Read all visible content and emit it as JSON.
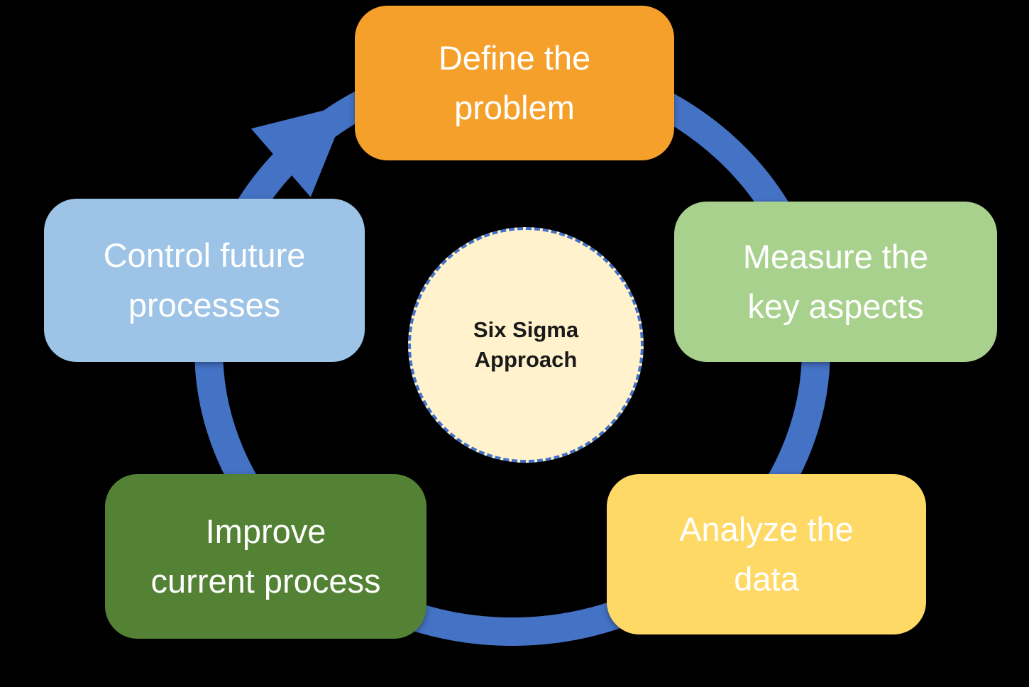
{
  "diagram": {
    "background": "#000000",
    "ring": {
      "color": "#4472C4",
      "direction": "clockwise"
    },
    "center": {
      "lines": [
        "Six Sigma",
        "Approach"
      ],
      "fill": "#FFF2CC",
      "border_color": "#4472C4",
      "text_color": "#1A1A1A"
    },
    "steps": [
      {
        "key": "define",
        "lines": [
          "Define the",
          "problem"
        ],
        "color": "#F5A02B",
        "text_color": "#FFFFFF",
        "position": "top"
      },
      {
        "key": "measure",
        "lines": [
          "Measure the",
          "key aspects"
        ],
        "color": "#A9D18E",
        "text_color": "#FFFFFF",
        "position": "right"
      },
      {
        "key": "analyze",
        "lines": [
          "Analyze the",
          "data"
        ],
        "color": "#FFD966",
        "text_color": "#FFFFFF",
        "position": "bottom-right"
      },
      {
        "key": "improve",
        "lines": [
          "Improve",
          "current process"
        ],
        "color": "#548235",
        "text_color": "#FFFFFF",
        "position": "bottom-left"
      },
      {
        "key": "control",
        "lines": [
          "Control future",
          "processes"
        ],
        "color": "#9DC3E6",
        "text_color": "#FFFFFF",
        "position": "left"
      }
    ]
  }
}
